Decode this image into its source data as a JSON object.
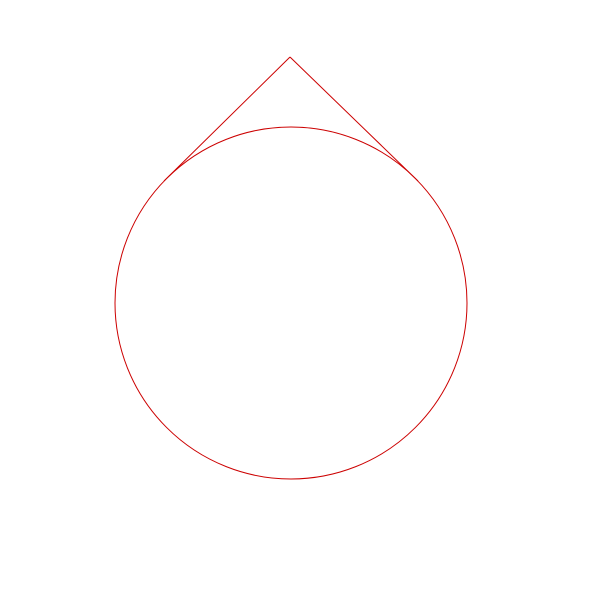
{
  "drawing": {
    "stroke_color": "#cc0000",
    "background_color": "#ffffff",
    "shapes": [
      {
        "kind": "circle",
        "name": "circle"
      },
      {
        "kind": "line",
        "name": "tangent-line-left"
      },
      {
        "kind": "line",
        "name": "tangent-line-right"
      }
    ]
  }
}
